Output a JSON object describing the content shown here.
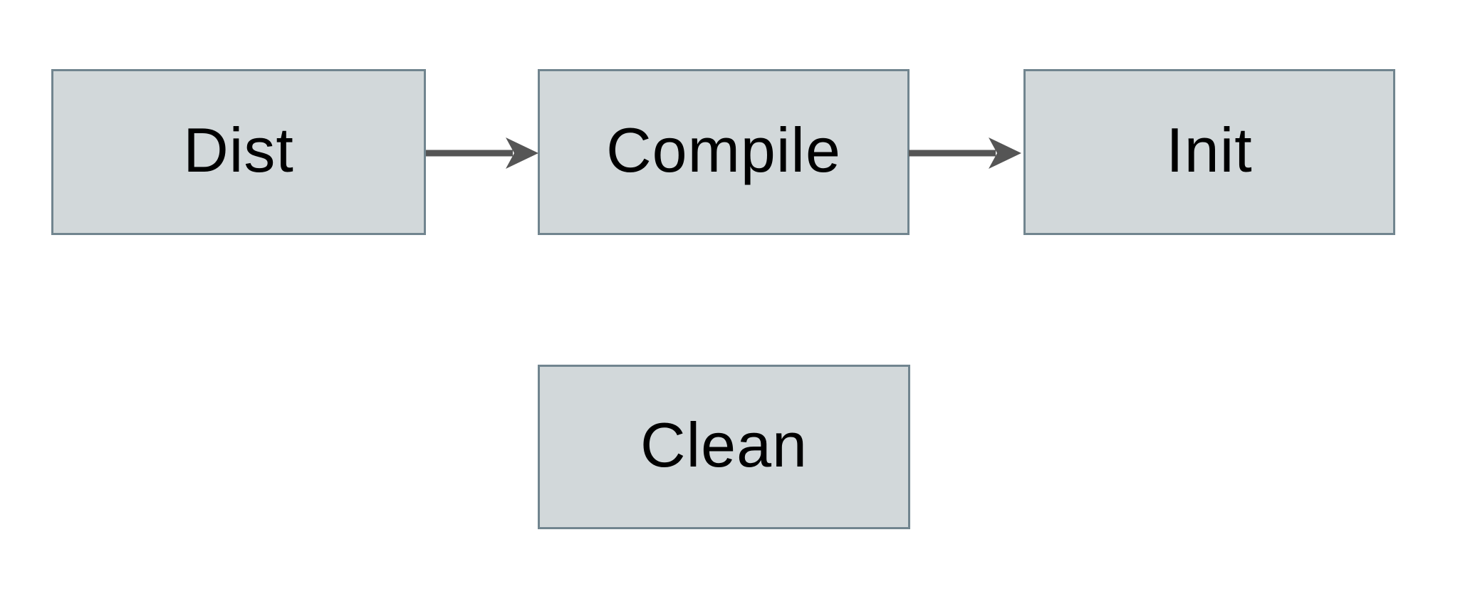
{
  "diagram": {
    "type": "flowchart",
    "nodes": [
      {
        "id": "dist",
        "label": "Dist"
      },
      {
        "id": "compile",
        "label": "Compile"
      },
      {
        "id": "init",
        "label": "Init"
      },
      {
        "id": "clean",
        "label": "Clean"
      }
    ],
    "edges": [
      {
        "from": "dist",
        "to": "compile",
        "style": "solid-arrow",
        "direction": "right"
      },
      {
        "from": "compile",
        "to": "init",
        "style": "solid-arrow",
        "direction": "right"
      }
    ],
    "colors": {
      "background": "#ffffff",
      "node_fill": "#d2d8da",
      "node_border": "#71858f",
      "arrow": "#555555",
      "text": "#000000"
    }
  }
}
